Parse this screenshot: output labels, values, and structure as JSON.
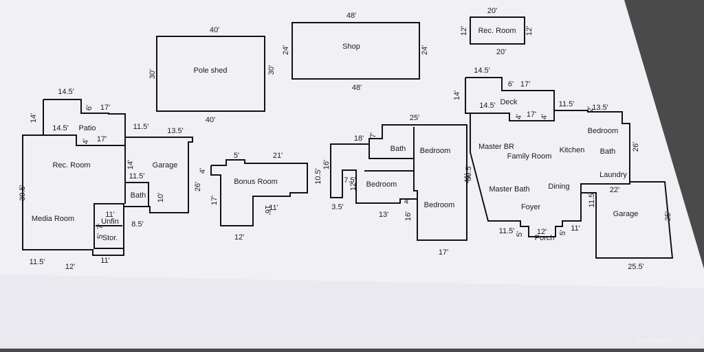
{
  "watermark": "CarolinaMLS 2015",
  "pole_shed": {
    "label": "Pole shed",
    "dim_top": "40'",
    "dim_bottom": "40'",
    "dim_left": "30'",
    "dim_right": "30'"
  },
  "shop": {
    "label": "Shop",
    "dim_top": "48'",
    "dim_bottom": "48'",
    "dim_left": "24'",
    "dim_right": "24'"
  },
  "rec_room_outbuilding": {
    "label": "Rec. Room",
    "dim_top": "20'",
    "dim_bottom": "20'",
    "dim_left": "12'",
    "dim_right": "12'"
  },
  "basement": {
    "rooms": {
      "patio": "Patio",
      "rec_room": "Rec. Room",
      "garage": "Garage",
      "bath": "Bath",
      "media_room": "Media Room",
      "unfin": "Unfin",
      "stor": "Stor."
    },
    "dims": {
      "top_width": "14.5'",
      "top_left_height": "14'",
      "notch_small": "6'",
      "notch_long": "17'",
      "patio_width": "14.5'",
      "patio_notch_small": "4'",
      "patio_notch_long": "17'",
      "garage_left": "11.5'",
      "garage_top": "13.5'",
      "garage_inner": "14'",
      "bath_width": "11.5'",
      "garage_height": "10'",
      "right_height": "26'",
      "left_height": "39.5'",
      "bottom_left": "11.5'",
      "bottom_mid": "12'",
      "stor_top": "11'",
      "stor_side": "7'",
      "stor_side2": "5'",
      "stor_bottom": "11'",
      "step": "8.5'"
    }
  },
  "bonus": {
    "label": "Bonus Room",
    "dims": {
      "top_small": "5'",
      "top": "21'",
      "left_small": "4'",
      "left": "17'",
      "inner_vertical": "16'",
      "inner_horizontal": "11'",
      "bottom": "12'"
    }
  },
  "upper": {
    "rooms": {
      "bath": "Bath",
      "bedroom1": "Bedroom",
      "bedroom2": "Bedroom",
      "bedroom3": "Bedroom"
    },
    "dims": {
      "top": "25'",
      "top_left": "18'",
      "top_step": "7'",
      "left_outer": "10.5'",
      "left_inner": "16'",
      "notch_height": "7.5'",
      "notch_inner": "12'",
      "bottom_notch": "3.5'",
      "bottom_mid": "13'",
      "step_small": "4'",
      "inner_vertical": "16'",
      "right_height": "41'",
      "bottom": "17'"
    }
  },
  "main": {
    "rooms": {
      "deck": "Deck",
      "master_br": "Master BR",
      "family_room": "Family Room",
      "kitchen": "Kitchen",
      "bedroom": "Bedroom",
      "bath": "Bath",
      "laundry": "Laundry",
      "master_bath": "Master Bath",
      "dining": "Dining",
      "foyer": "Foyer",
      "porch": "Porch",
      "garage": "Garage"
    },
    "dims": {
      "deck_top": "14.5'",
      "deck_left": "14'",
      "deck_notch": "6'",
      "deck_notch_long": "17'",
      "deck_width": "14.5'",
      "deck_step": "4'",
      "deck_mid": "17'",
      "deck_step2": "4'",
      "kitchen_top": "11.5'",
      "bedroom_step": "2'",
      "bedroom_top": "13.5'",
      "right_height": "26'",
      "left_height": "39.5'",
      "garage_top": "22'",
      "garage_left": "11.5'",
      "garage_right": "25'",
      "garage_bottom": "25.5'",
      "porch_left": "11.5'",
      "porch_step": "5'",
      "porch_width": "12'",
      "porch_step2": "5'",
      "porch_right": "11'"
    }
  }
}
